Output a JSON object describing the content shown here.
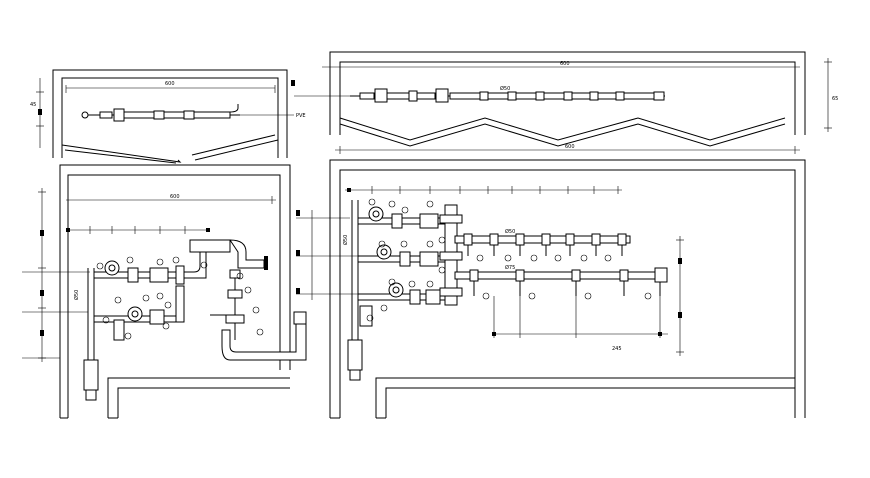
{
  "drawing": {
    "top_left_view": {
      "overall_dimension": "600",
      "height_dimension": "45",
      "pipe_label": "PVE"
    },
    "top_right_view": {
      "overall_dimension": "600",
      "pipe_label": "Ø50",
      "height_dimension": "65"
    },
    "bottom_left_view": {
      "overall_dimension": "600",
      "riser_label": "Ø50"
    },
    "bottom_right_view": {
      "overall_dimension": "600",
      "manifold_upper_label": "Ø50",
      "manifold_lower_label": "Ø75",
      "riser_label": "Ø50",
      "depth_dimension": "245"
    }
  }
}
